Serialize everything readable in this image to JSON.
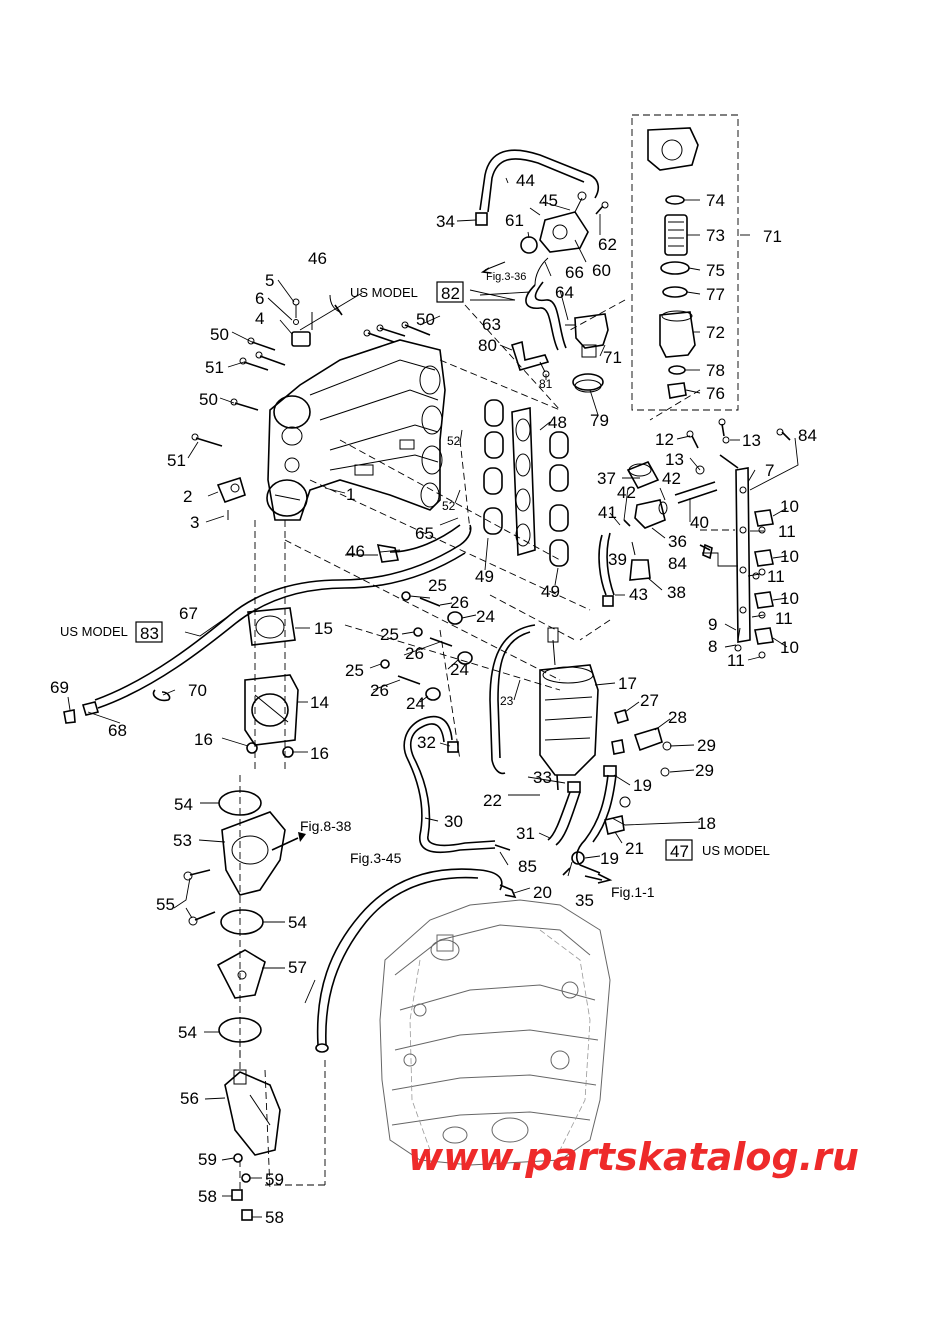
{
  "labels": [
    {
      "id": "1",
      "text": "1"
    },
    {
      "id": "2",
      "text": "2"
    },
    {
      "id": "3",
      "text": "3"
    },
    {
      "id": "4",
      "text": "4"
    },
    {
      "id": "5",
      "text": "5"
    },
    {
      "id": "6",
      "text": "6"
    },
    {
      "id": "7",
      "text": "7"
    },
    {
      "id": "8",
      "text": "8"
    },
    {
      "id": "9",
      "text": "9"
    },
    {
      "id": "10a",
      "text": "10"
    },
    {
      "id": "10b",
      "text": "10"
    },
    {
      "id": "10c",
      "text": "10"
    },
    {
      "id": "10d",
      "text": "10"
    },
    {
      "id": "11a",
      "text": "11"
    },
    {
      "id": "11b",
      "text": "11"
    },
    {
      "id": "11c",
      "text": "11"
    },
    {
      "id": "11d",
      "text": "11"
    },
    {
      "id": "12",
      "text": "12"
    },
    {
      "id": "13a",
      "text": "13"
    },
    {
      "id": "13b",
      "text": "13"
    },
    {
      "id": "14",
      "text": "14"
    },
    {
      "id": "15",
      "text": "15"
    },
    {
      "id": "16a",
      "text": "16"
    },
    {
      "id": "16b",
      "text": "16"
    },
    {
      "id": "17",
      "text": "17"
    },
    {
      "id": "18",
      "text": "18"
    },
    {
      "id": "19a",
      "text": "19"
    },
    {
      "id": "19b",
      "text": "19"
    },
    {
      "id": "20",
      "text": "20"
    },
    {
      "id": "21",
      "text": "21"
    },
    {
      "id": "22",
      "text": "22"
    },
    {
      "id": "23",
      "text": "23"
    },
    {
      "id": "24a",
      "text": "24"
    },
    {
      "id": "24b",
      "text": "24"
    },
    {
      "id": "24c",
      "text": "24"
    },
    {
      "id": "25a",
      "text": "25"
    },
    {
      "id": "25b",
      "text": "25"
    },
    {
      "id": "25c",
      "text": "25"
    },
    {
      "id": "26a",
      "text": "26"
    },
    {
      "id": "26b",
      "text": "26"
    },
    {
      "id": "26c",
      "text": "26"
    },
    {
      "id": "27",
      "text": "27"
    },
    {
      "id": "28",
      "text": "28"
    },
    {
      "id": "29a",
      "text": "29"
    },
    {
      "id": "29b",
      "text": "29"
    },
    {
      "id": "30",
      "text": "30"
    },
    {
      "id": "31",
      "text": "31"
    },
    {
      "id": "32",
      "text": "32"
    },
    {
      "id": "33",
      "text": "33"
    },
    {
      "id": "34",
      "text": "34"
    },
    {
      "id": "35",
      "text": "35"
    },
    {
      "id": "36",
      "text": "36"
    },
    {
      "id": "37",
      "text": "37"
    },
    {
      "id": "38",
      "text": "38"
    },
    {
      "id": "39",
      "text": "39"
    },
    {
      "id": "40",
      "text": "40"
    },
    {
      "id": "41",
      "text": "41"
    },
    {
      "id": "42a",
      "text": "42"
    },
    {
      "id": "42b",
      "text": "42"
    },
    {
      "id": "43",
      "text": "43"
    },
    {
      "id": "44",
      "text": "44"
    },
    {
      "id": "45",
      "text": "45"
    },
    {
      "id": "46a",
      "text": "46"
    },
    {
      "id": "46b",
      "text": "46"
    },
    {
      "id": "48",
      "text": "48"
    },
    {
      "id": "49a",
      "text": "49"
    },
    {
      "id": "49b",
      "text": "49"
    },
    {
      "id": "50a",
      "text": "50"
    },
    {
      "id": "50b",
      "text": "50"
    },
    {
      "id": "50c",
      "text": "50"
    },
    {
      "id": "51a",
      "text": "51"
    },
    {
      "id": "51b",
      "text": "51"
    },
    {
      "id": "52a",
      "text": "52"
    },
    {
      "id": "52b",
      "text": "52"
    },
    {
      "id": "53",
      "text": "53"
    },
    {
      "id": "54a",
      "text": "54"
    },
    {
      "id": "54b",
      "text": "54"
    },
    {
      "id": "54c",
      "text": "54"
    },
    {
      "id": "55",
      "text": "55"
    },
    {
      "id": "56",
      "text": "56"
    },
    {
      "id": "57",
      "text": "57"
    },
    {
      "id": "58a",
      "text": "58"
    },
    {
      "id": "58b",
      "text": "58"
    },
    {
      "id": "59a",
      "text": "59"
    },
    {
      "id": "59b",
      "text": "59"
    },
    {
      "id": "60",
      "text": "60"
    },
    {
      "id": "61",
      "text": "61"
    },
    {
      "id": "62",
      "text": "62"
    },
    {
      "id": "63",
      "text": "63"
    },
    {
      "id": "64",
      "text": "64"
    },
    {
      "id": "65",
      "text": "65"
    },
    {
      "id": "66",
      "text": "66"
    },
    {
      "id": "67",
      "text": "67"
    },
    {
      "id": "68",
      "text": "68"
    },
    {
      "id": "69",
      "text": "69"
    },
    {
      "id": "70",
      "text": "70"
    },
    {
      "id": "71a",
      "text": "71"
    },
    {
      "id": "71b",
      "text": "71"
    },
    {
      "id": "72",
      "text": "72"
    },
    {
      "id": "73",
      "text": "73"
    },
    {
      "id": "74",
      "text": "74"
    },
    {
      "id": "75",
      "text": "75"
    },
    {
      "id": "76",
      "text": "76"
    },
    {
      "id": "77",
      "text": "77"
    },
    {
      "id": "78",
      "text": "78"
    },
    {
      "id": "79",
      "text": "79"
    },
    {
      "id": "80",
      "text": "80"
    },
    {
      "id": "81",
      "text": "81"
    },
    {
      "id": "84a",
      "text": "84"
    },
    {
      "id": "84b",
      "text": "84"
    },
    {
      "id": "85",
      "text": "85"
    }
  ],
  "boxed": [
    {
      "id": "82",
      "text": "82"
    },
    {
      "id": "83",
      "text": "83"
    },
    {
      "id": "47",
      "text": "47"
    }
  ],
  "notes": {
    "us_model_82": "US MODEL",
    "us_model_83": "US MODEL",
    "us_model_47": "US MODEL",
    "fig_3_36": "Fig.3-36",
    "fig_8_38": "Fig.8-38",
    "fig_3_45": "Fig.3-45",
    "fig_1_1": "Fig.1-1"
  },
  "watermark": "www.partskatalog.ru",
  "colors": {
    "watermark": "#ee2a2a",
    "lines": "#000000"
  }
}
